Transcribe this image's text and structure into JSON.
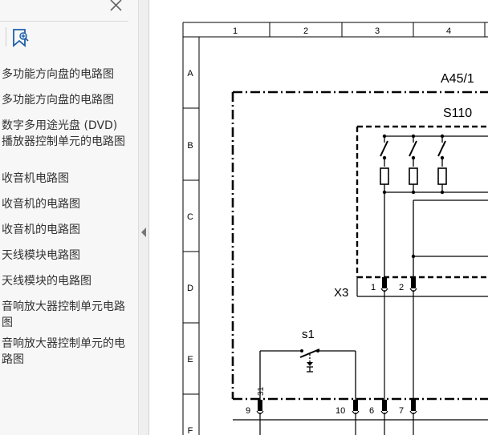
{
  "sidebar": {
    "bookmarks": [
      "多功能方向盘的电路图",
      "多功能方向盘的电路图",
      "数字多用途光盘 (DVD) 播放器控制单元的电路图",
      "收音机电路图",
      "收音机的电路图",
      "收音机的电路图",
      "天线模块电路图",
      "天线模块的电路图",
      "音响放大器控制单元电路图",
      "音响放大器控制单元的电路图"
    ]
  },
  "diagram": {
    "columns": [
      "1",
      "2",
      "3",
      "4"
    ],
    "rows": [
      "A",
      "B",
      "C",
      "D",
      "E",
      "F"
    ],
    "module_label": "A45/1",
    "switch_block_label": "S110",
    "connector_label": "X3",
    "switch_label": "s1",
    "pin_labels": {
      "x3_pin1": "1",
      "x3_pin2": "2",
      "s1_ground": "31",
      "bottom_pin9": "9",
      "bottom_pin10": "10",
      "bottom_pin6": "6",
      "bottom_pin7": "7"
    }
  },
  "colors": {
    "sidebar_bg": "#f7f7f7",
    "text": "#333333",
    "accent": "#1f5fa8"
  }
}
